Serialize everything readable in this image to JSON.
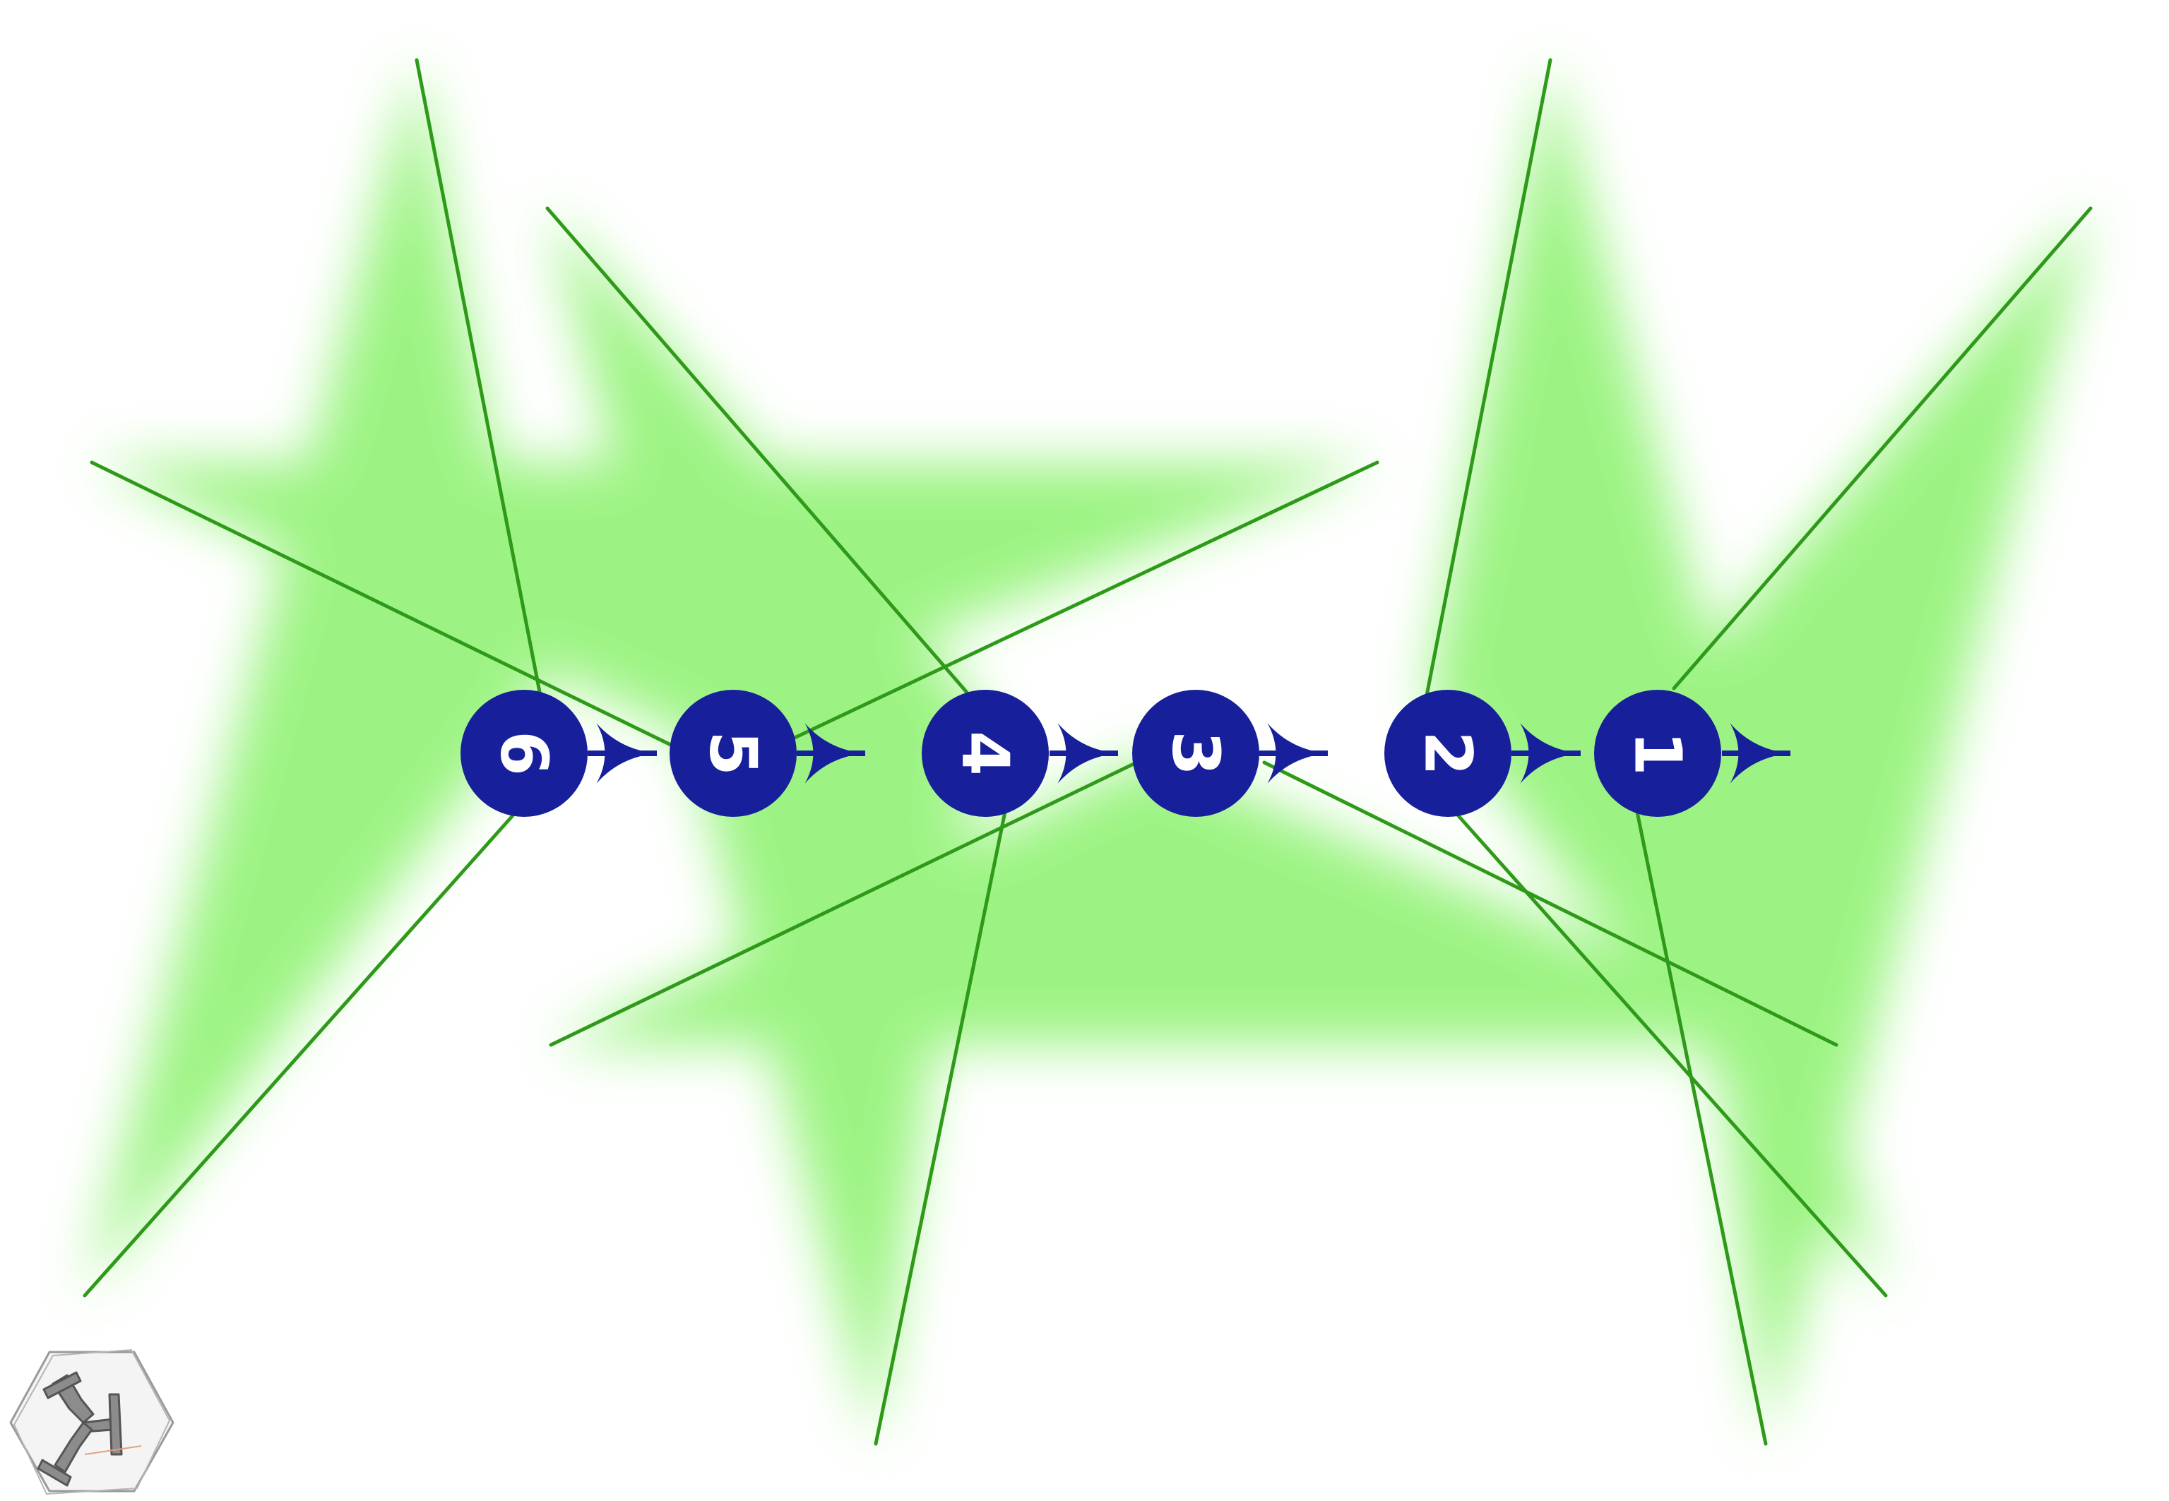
{
  "diagram": {
    "steps": [
      {
        "label": "6",
        "next": "5"
      },
      {
        "label": "5",
        "next": "4"
      },
      {
        "label": "4",
        "next": "3"
      },
      {
        "label": "3",
        "next": "2"
      },
      {
        "label": "2",
        "next": "1"
      },
      {
        "label": "1",
        "next": ""
      }
    ],
    "node_color": "#17209a",
    "label_color": "#ffffff",
    "arrow_color": "#17209a",
    "wedge_fill": "#7cf05a",
    "wedge_line": "#2f9a1a",
    "logo": {
      "icon": "tripod-hexagon-icon"
    }
  }
}
